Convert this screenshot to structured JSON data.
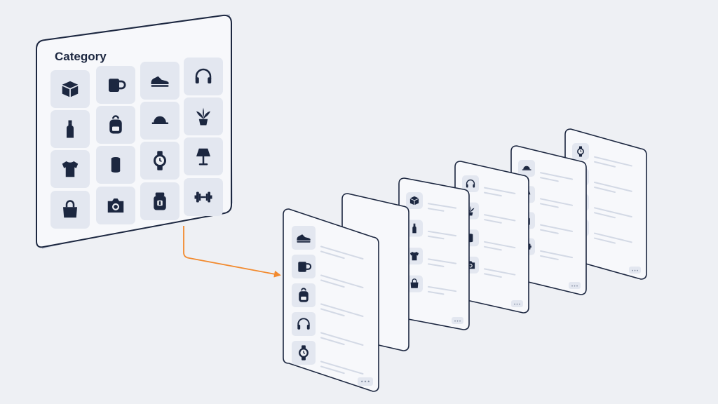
{
  "colors": {
    "background": "#eef0f4",
    "panel": "#f7f8fb",
    "panel_border": "#1c2740",
    "tile": "#e3e7f0",
    "icon": "#1c2740",
    "placeholder_line": "#d3d9e5",
    "arrow": "#f28a2e"
  },
  "category_panel": {
    "title": "Category",
    "icons": [
      "box-icon",
      "mug-icon",
      "sneaker-icon",
      "headphones-icon",
      "bottle-icon",
      "backpack-icon",
      "cap-icon",
      "plant-icon",
      "tshirt-icon",
      "can-icon",
      "watch-icon",
      "lamp-icon",
      "tote-bag-icon",
      "camera-icon",
      "jar-icon",
      "dumbbell-icon"
    ]
  },
  "result_cards": [
    {
      "icons": [
        "watch-icon",
        "backpack-icon",
        "sneaker-icon",
        "mug-icon"
      ],
      "more_label": "•••"
    },
    {
      "icons": [
        "cap-icon",
        "lamp-icon",
        "jar-icon",
        "dumbbell-icon"
      ],
      "more_label": "•••"
    },
    {
      "icons": [
        "headphones-icon",
        "plant-icon",
        "can-icon",
        "camera-icon"
      ],
      "more_label": "•••"
    },
    {
      "icons": [
        "box-icon",
        "bottle-icon",
        "tshirt-icon",
        "tote-bag-icon"
      ],
      "more_label": "•••"
    },
    {
      "icons": [],
      "more_label": ""
    },
    {
      "icons": [
        "sneaker-icon",
        "mug-icon",
        "backpack-icon",
        "headphones-icon",
        "watch-icon"
      ],
      "more_label": "•••"
    }
  ],
  "connector": {
    "from": "category_panel",
    "to": "result_cards"
  }
}
